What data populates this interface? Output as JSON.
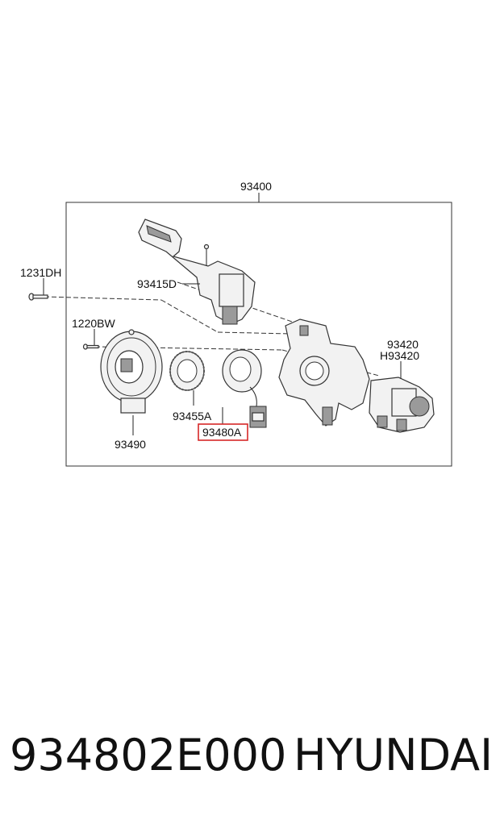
{
  "diagram": {
    "labels": {
      "assembly": "93400",
      "bolt": "1231DH",
      "lever_switch": "93415D",
      "screw": "1220BW",
      "switch_right_1": "93420",
      "switch_right_2": "H93420",
      "ring": "93455A",
      "clock_spring": "93480A",
      "clock_spring_housing": "93490"
    },
    "highlight_color": "#d62828"
  },
  "footer": {
    "part_number": "934802E000",
    "brand": "HYUNDAI"
  }
}
